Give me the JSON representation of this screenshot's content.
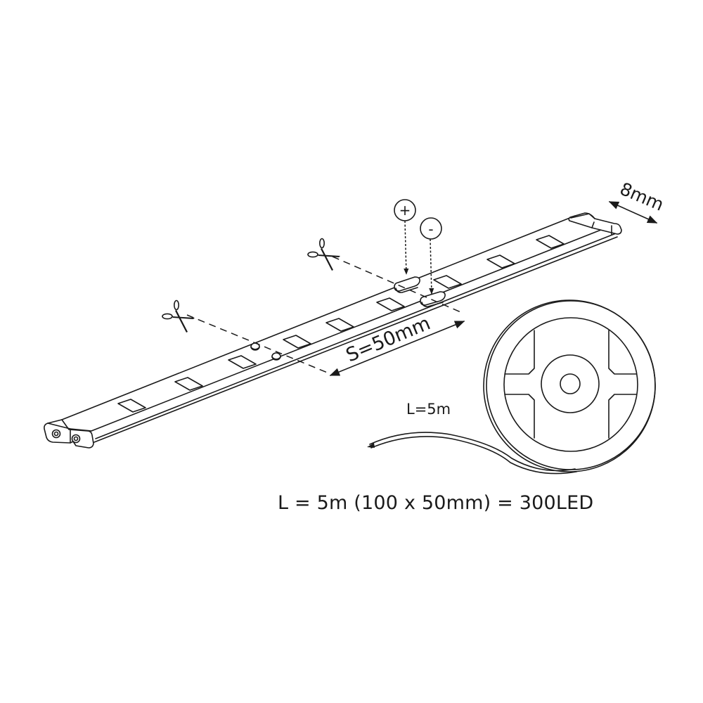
{
  "diagram": {
    "subject": "LED strip dimensional diagram",
    "labels": {
      "width": "8mm",
      "segment": "S=50mm",
      "reel_length": "L=5m",
      "plus": "+",
      "minus": "-"
    },
    "caption": "L = 5m (100 x 50mm) = 300LED",
    "icons": [
      "scissors-icon",
      "scissors-icon",
      "plus-terminal-icon",
      "minus-terminal-icon",
      "reel-icon"
    ],
    "colors": {
      "line": "#1a1a1a",
      "background": "#ffffff"
    }
  }
}
